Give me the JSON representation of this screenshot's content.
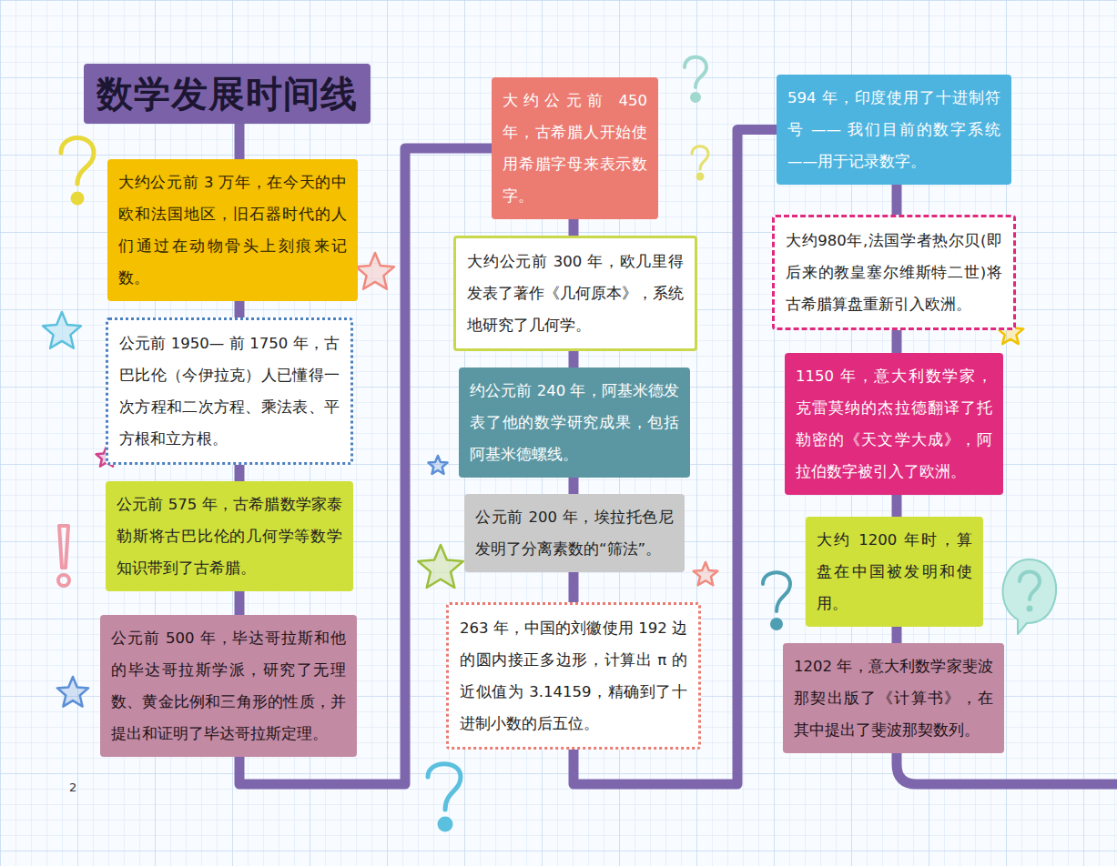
{
  "diagram": {
    "title": "数学发展时间线",
    "nodes": [
      {
        "text": [
          "大约公元前 3 万年，在今天的中欧和法国地区，旧石器时代的人们通过在动物骨头上刻痕来记数。"
        ]
      },
      {
        "text": [
          "公元前 1950— 前 1750 年，古巴比伦（今伊拉克）人已懂得一次方程和二次方程、乘法表、平方根和立方根。"
        ]
      },
      {
        "text": [
          "公元前 575 年，古希腊数学家泰勒斯将古巴比伦的几何学等数学知识带到了古希腊。"
        ]
      },
      {
        "text": [
          "公元前 500 年，毕达哥拉斯和他的毕达哥拉斯学派，研究了无理数、黄金比例和三角形的性质，并提出和证明了毕达哥拉斯定理。"
        ]
      },
      {
        "text": [
          "大约公元前 450 年，古希腊人开始使用希腊字母来表示数字。"
        ]
      },
      {
        "text": [
          "大约公元前 300 年，欧几里得发表了著作《几何原本》，系统地研究了几何学。"
        ]
      },
      {
        "text": [
          "约公元前 240 年，阿基米德发表了他的数学研究成果，包括阿基米德螺线。"
        ]
      },
      {
        "text": [
          "公元前 200 年，埃拉托色尼发明了分离素数的“筛法”。"
        ]
      },
      {
        "text": [
          "263 年，中国的刘徽使用 192 边的圆内接正多边形，计算出 π 的近似值为 3.14159，精确到了十进制小数的后五位。"
        ]
      },
      {
        "text": [
          "594 年，印度使用了十进制符号 —— 我们目前的数字系统——用于记录数字。"
        ]
      },
      {
        "text": [
          "大约980年,法国学者热尔贝(即后来的教皇塞尔维斯特二世)将古希腊算盘重新引入欧洲。"
        ]
      },
      {
        "text": [
          "1150 年，意大利数学家，克雷莫纳的杰拉德翻译了托勒密的《天文学大成》，阿拉伯数字被引入了欧洲。"
        ]
      },
      {
        "text": [
          "大约 1200 年时，算盘在中国被发明和使用。"
        ]
      },
      {
        "text": [
          "1202 年，意大利数学家斐波那契出版了《计算书》，在其中提出了斐波那契数列。"
        ]
      }
    ],
    "edges": [
      {
        "from": 0,
        "to": 1,
        "arrow": "none"
      },
      {
        "from": 1,
        "to": 2,
        "arrow": "none"
      },
      {
        "from": 2,
        "to": 3,
        "arrow": "none"
      },
      {
        "from": 3,
        "to": 4,
        "arrow": "none"
      },
      {
        "from": 4,
        "to": 5,
        "arrow": "none"
      },
      {
        "from": 5,
        "to": 6,
        "arrow": "none"
      },
      {
        "from": 6,
        "to": 7,
        "arrow": "none"
      },
      {
        "from": 7,
        "to": 8,
        "arrow": "none"
      },
      {
        "from": 8,
        "to": 9,
        "arrow": "none"
      },
      {
        "from": 9,
        "to": 10,
        "arrow": "none"
      },
      {
        "from": 10,
        "to": 11,
        "arrow": "none"
      },
      {
        "from": 11,
        "to": 12,
        "arrow": "none"
      },
      {
        "from": 12,
        "to": 13,
        "arrow": "none"
      }
    ],
    "labels": [
      "2"
    ]
  }
}
